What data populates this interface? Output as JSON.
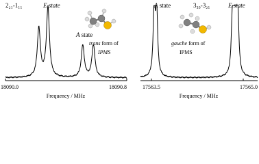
{
  "chart_data": [
    {
      "type": "line",
      "title": "2₂₁-1₁₁",
      "xlabel": "Frequency / MHz",
      "ylabel": "",
      "xlim": [
        18090.0,
        18090.8
      ],
      "ylim": [
        0,
        1
      ],
      "tick_labels": [
        "18090.0",
        "18090.8"
      ],
      "grid": false,
      "annotations": {
        "state_e": "E state",
        "state_a": "A state",
        "state_a_letter": "A",
        "state_a_rest": " state",
        "form_italic": "trans",
        "form_rest": " form of",
        "molecule": "IPMS"
      },
      "peaks": [
        {
          "x": 18090.22,
          "intensity": 0.66
        },
        {
          "x": 18090.28,
          "intensity": 0.94
        },
        {
          "x": 18090.51,
          "intensity": 0.43
        },
        {
          "x": 18090.58,
          "intensity": 0.44
        }
      ],
      "baseline": 0.03,
      "linewidth": 0.012
    },
    {
      "type": "line",
      "title": "3₃₀-3₂₁",
      "xlabel": "Frequency / MHz",
      "ylabel": "",
      "xlim": [
        17563.5,
        17565.0
      ],
      "ylim": [
        0,
        1
      ],
      "tick_labels": [
        "17563.5",
        "17565.0"
      ],
      "grid": false,
      "annotations": {
        "state_a": "A state",
        "state_a_letter": "A",
        "state_a_rest": " state",
        "state_e": "E state",
        "form_italic": "gauche",
        "form_rest": " form of",
        "molecule": "IPMS"
      },
      "peaks": [
        {
          "x": 17563.545,
          "intensity": 0.92
        },
        {
          "x": 17563.585,
          "intensity": 0.88
        },
        {
          "x": 17564.82,
          "intensity": 0.55
        },
        {
          "x": 17564.845,
          "intensity": 0.72
        },
        {
          "x": 17564.88,
          "intensity": 0.83
        },
        {
          "x": 17564.91,
          "intensity": 0.79
        }
      ],
      "baseline": 0.03,
      "linewidth": 0.02
    }
  ],
  "colors": {
    "trace": "#000000",
    "carbon_atom": "#808080",
    "hydrogen_atom": "#dcdcdc",
    "sulfur_atom": "#f2b800"
  },
  "molecule_icons": [
    "molecule-model-icon",
    "molecule-model-icon"
  ]
}
